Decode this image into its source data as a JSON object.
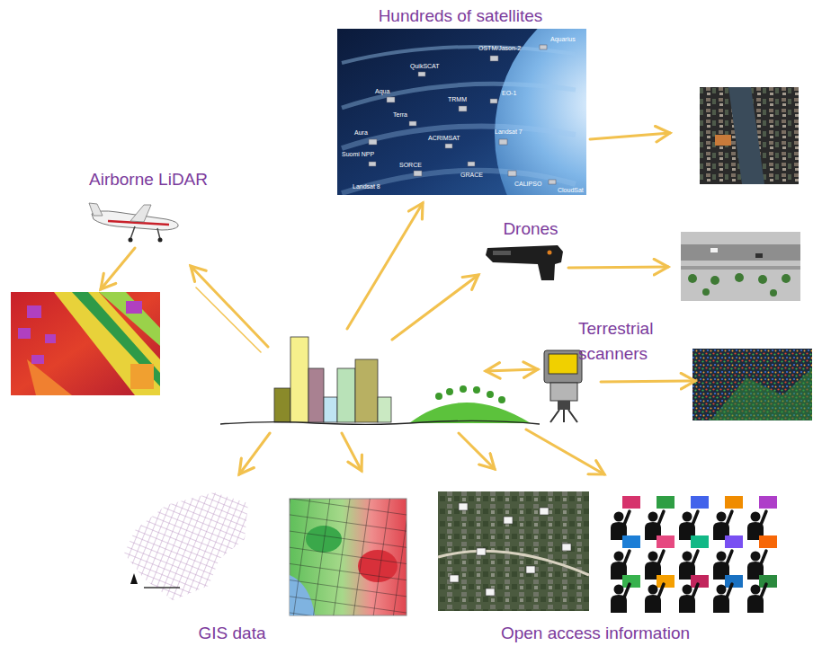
{
  "diagram": {
    "nodes": [
      {
        "text": [
          "Hundreds of satellites"
        ]
      },
      {
        "text": [
          "Airborne LiDAR"
        ]
      },
      {
        "text": [
          "Drones"
        ]
      },
      {
        "text": [
          "Terrestrial scanners"
        ]
      },
      {
        "text": [
          "GIS data"
        ]
      },
      {
        "text": [
          "Open access information"
        ]
      }
    ],
    "labels": [
      "Aquarius",
      "OSTM/Jason-2",
      "QuikSCAT",
      "Aqua",
      "Terra",
      "TRMM",
      "EO-1",
      "Aura",
      "ACRIMSAT",
      "Landsat 7",
      "Suomi NPP",
      "SORCE",
      "GRACE",
      "Landsat 8",
      "CALIPSO",
      "CloudSat"
    ]
  }
}
